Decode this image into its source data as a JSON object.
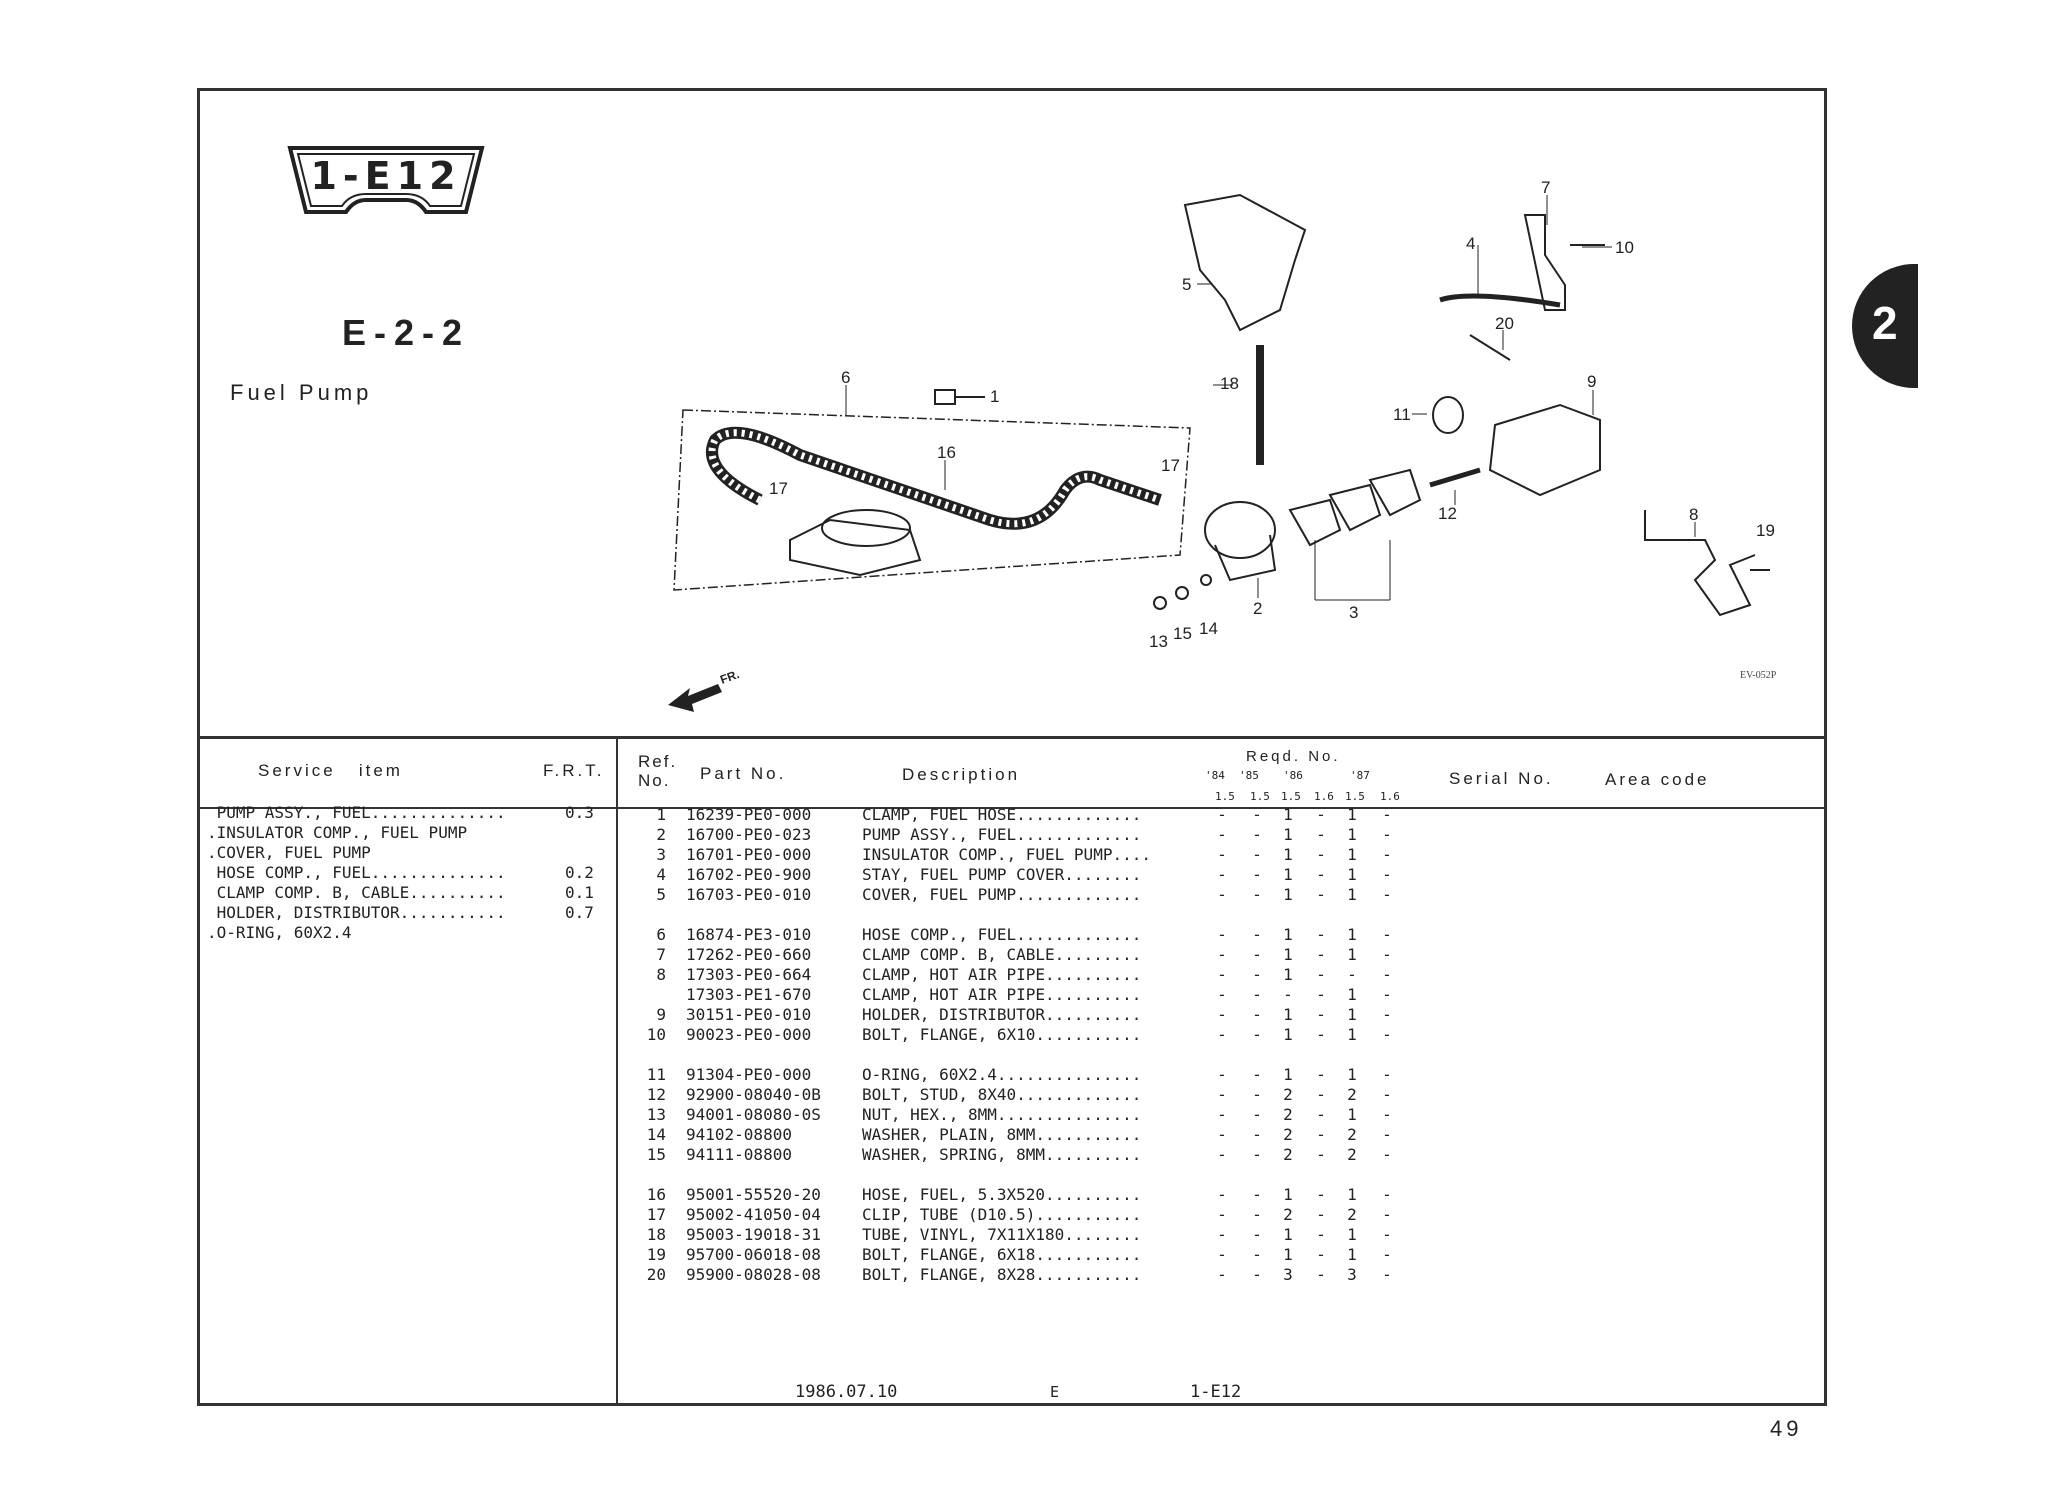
{
  "page": {
    "badge": "1-E12",
    "section": "E-2-2",
    "title": "Fuel Pump",
    "side_tab": "2",
    "page_number": "49"
  },
  "diagram": {
    "callouts": [
      "1",
      "2",
      "3",
      "4",
      "5",
      "6",
      "7",
      "8",
      "9",
      "10",
      "11",
      "12",
      "13",
      "14",
      "15",
      "16",
      "17",
      "17",
      "18",
      "19",
      "20"
    ],
    "front_label": "FR.",
    "drawing_code": "EV-052P"
  },
  "service_table": {
    "headers": {
      "item": "Service   item",
      "frt": "F.R.T."
    },
    "rows": [
      {
        "item": " PUMP ASSY., FUEL..............",
        "frt": "0.3"
      },
      {
        "item": ".INSULATOR COMP., FUEL PUMP",
        "frt": ""
      },
      {
        "item": ".COVER, FUEL PUMP",
        "frt": ""
      },
      {
        "item": " HOSE COMP., FUEL..............",
        "frt": "0.2"
      },
      {
        "item": " CLAMP COMP. B, CABLE..........",
        "frt": "0.1"
      },
      {
        "item": " HOLDER, DISTRIBUTOR...........",
        "frt": "0.7"
      },
      {
        "item": ".O-RING, 60X2.4",
        "frt": ""
      }
    ]
  },
  "parts_table": {
    "headers": {
      "ref_no": "Ref.\nNo.",
      "part_no": "Part No.",
      "description": "Description",
      "reqd_no": "Reqd. No.",
      "years": [
        "'84",
        "'85",
        "'86",
        "'87"
      ],
      "variants": [
        "1.5",
        "1.5",
        "1.5",
        "1.6",
        "1.5",
        "1.6"
      ],
      "serial_no": "Serial No.",
      "area_code": "Area code"
    },
    "rows": [
      {
        "ref": "1",
        "part": "16239-PE0-000",
        "desc": "CLAMP, FUEL HOSE.............",
        "qty": [
          "-",
          "-",
          "1",
          "-",
          "1",
          "-"
        ]
      },
      {
        "ref": "2",
        "part": "16700-PE0-023",
        "desc": "PUMP ASSY., FUEL.............",
        "qty": [
          "-",
          "-",
          "1",
          "-",
          "1",
          "-"
        ]
      },
      {
        "ref": "3",
        "part": "16701-PE0-000",
        "desc": "INSULATOR COMP., FUEL PUMP....",
        "qty": [
          "-",
          "-",
          "1",
          "-",
          "1",
          "-"
        ]
      },
      {
        "ref": "4",
        "part": "16702-PE0-900",
        "desc": "STAY, FUEL PUMP COVER........",
        "qty": [
          "-",
          "-",
          "1",
          "-",
          "1",
          "-"
        ]
      },
      {
        "ref": "5",
        "part": "16703-PE0-010",
        "desc": "COVER, FUEL PUMP.............",
        "qty": [
          "-",
          "-",
          "1",
          "-",
          "1",
          "-"
        ]
      },
      {
        "ref": "6",
        "part": "16874-PE3-010",
        "desc": "HOSE COMP., FUEL.............",
        "qty": [
          "-",
          "-",
          "1",
          "-",
          "1",
          "-"
        ]
      },
      {
        "ref": "7",
        "part": "17262-PE0-660",
        "desc": "CLAMP COMP. B, CABLE.........",
        "qty": [
          "-",
          "-",
          "1",
          "-",
          "1",
          "-"
        ]
      },
      {
        "ref": "8",
        "part": "17303-PE0-664",
        "desc": "CLAMP, HOT AIR PIPE..........",
        "qty": [
          "-",
          "-",
          "1",
          "-",
          "-",
          "-"
        ]
      },
      {
        "ref": "",
        "part": "17303-PE1-670",
        "desc": "CLAMP, HOT AIR PIPE..........",
        "qty": [
          "-",
          "-",
          "-",
          "-",
          "1",
          "-"
        ]
      },
      {
        "ref": "9",
        "part": "30151-PE0-010",
        "desc": "HOLDER, DISTRIBUTOR..........",
        "qty": [
          "-",
          "-",
          "1",
          "-",
          "1",
          "-"
        ]
      },
      {
        "ref": "10",
        "part": "90023-PE0-000",
        "desc": "BOLT, FLANGE, 6X10...........",
        "qty": [
          "-",
          "-",
          "1",
          "-",
          "1",
          "-"
        ]
      },
      {
        "ref": "11",
        "part": "91304-PE0-000",
        "desc": "O-RING, 60X2.4...............",
        "qty": [
          "-",
          "-",
          "1",
          "-",
          "1",
          "-"
        ]
      },
      {
        "ref": "12",
        "part": "92900-08040-0B",
        "desc": "BOLT, STUD, 8X40.............",
        "qty": [
          "-",
          "-",
          "2",
          "-",
          "2",
          "-"
        ]
      },
      {
        "ref": "13",
        "part": "94001-08080-0S",
        "desc": "NUT, HEX., 8MM...............",
        "qty": [
          "-",
          "-",
          "2",
          "-",
          "1",
          "-"
        ]
      },
      {
        "ref": "14",
        "part": "94102-08800",
        "desc": "WASHER, PLAIN, 8MM...........",
        "qty": [
          "-",
          "-",
          "2",
          "-",
          "2",
          "-"
        ]
      },
      {
        "ref": "15",
        "part": "94111-08800",
        "desc": "WASHER, SPRING, 8MM..........",
        "qty": [
          "-",
          "-",
          "2",
          "-",
          "2",
          "-"
        ]
      },
      {
        "ref": "16",
        "part": "95001-55520-20",
        "desc": "HOSE, FUEL, 5.3X520..........",
        "qty": [
          "-",
          "-",
          "1",
          "-",
          "1",
          "-"
        ]
      },
      {
        "ref": "17",
        "part": "95002-41050-04",
        "desc": "CLIP, TUBE (D10.5)...........",
        "qty": [
          "-",
          "-",
          "2",
          "-",
          "2",
          "-"
        ]
      },
      {
        "ref": "18",
        "part": "95003-19018-31",
        "desc": "TUBE, VINYL, 7X11X180........",
        "qty": [
          "-",
          "-",
          "1",
          "-",
          "1",
          "-"
        ]
      },
      {
        "ref": "19",
        "part": "95700-06018-08",
        "desc": "BOLT, FLANGE, 6X18...........",
        "qty": [
          "-",
          "-",
          "1",
          "-",
          "1",
          "-"
        ]
      },
      {
        "ref": "20",
        "part": "95900-08028-08",
        "desc": "BOLT, FLANGE, 8X28...........",
        "qty": [
          "-",
          "-",
          "3",
          "-",
          "3",
          "-"
        ]
      }
    ]
  },
  "footer": {
    "date": "1986.07.10",
    "code": "E",
    "ref": "1-E12"
  }
}
